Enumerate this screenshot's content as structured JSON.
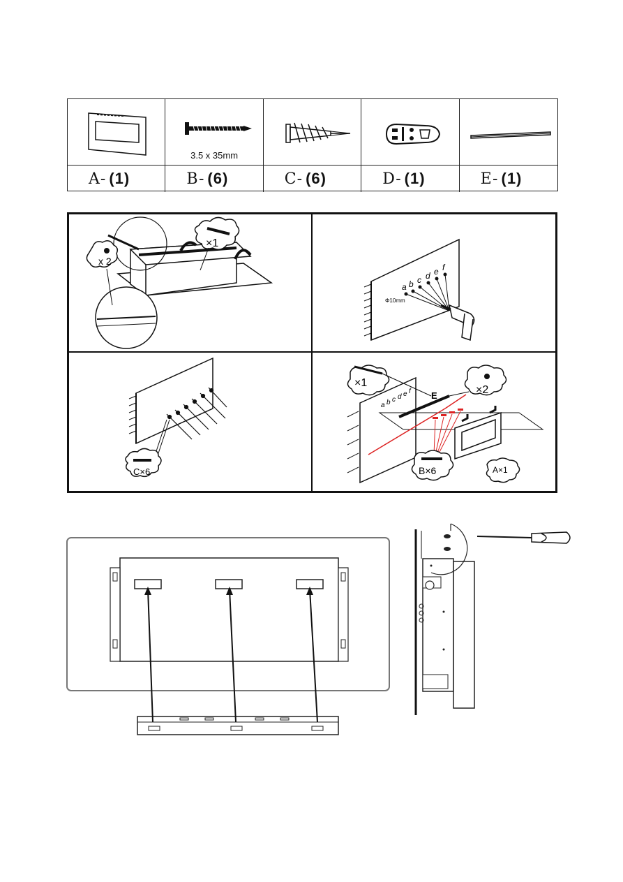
{
  "parts": [
    {
      "letter": "A-",
      "qty": "(1)",
      "caption": ""
    },
    {
      "letter": "B-",
      "qty": "(6)",
      "caption": "3.5 x 35mm"
    },
    {
      "letter": "C-",
      "qty": "(6)",
      "caption": ""
    },
    {
      "letter": "D-",
      "qty": "(1)",
      "caption": ""
    },
    {
      "letter": "E-",
      "qty": "(1)",
      "caption": ""
    }
  ],
  "step1": {
    "bracket_qty": "×1",
    "screw_qty": "x 2"
  },
  "step2": {
    "drill_size": "Φ10mm",
    "points": [
      "a",
      "b",
      "c",
      "d",
      "e",
      "f"
    ]
  },
  "step3": {
    "anchor_qty": "C×6"
  },
  "step4": {
    "bracket_qty": "×1",
    "bracket_label": "E",
    "screw_qty": "×2",
    "screws_b": "B×6",
    "unit_qty": "A×1",
    "points": [
      "a",
      "b",
      "c",
      "d",
      "e",
      "f"
    ]
  }
}
